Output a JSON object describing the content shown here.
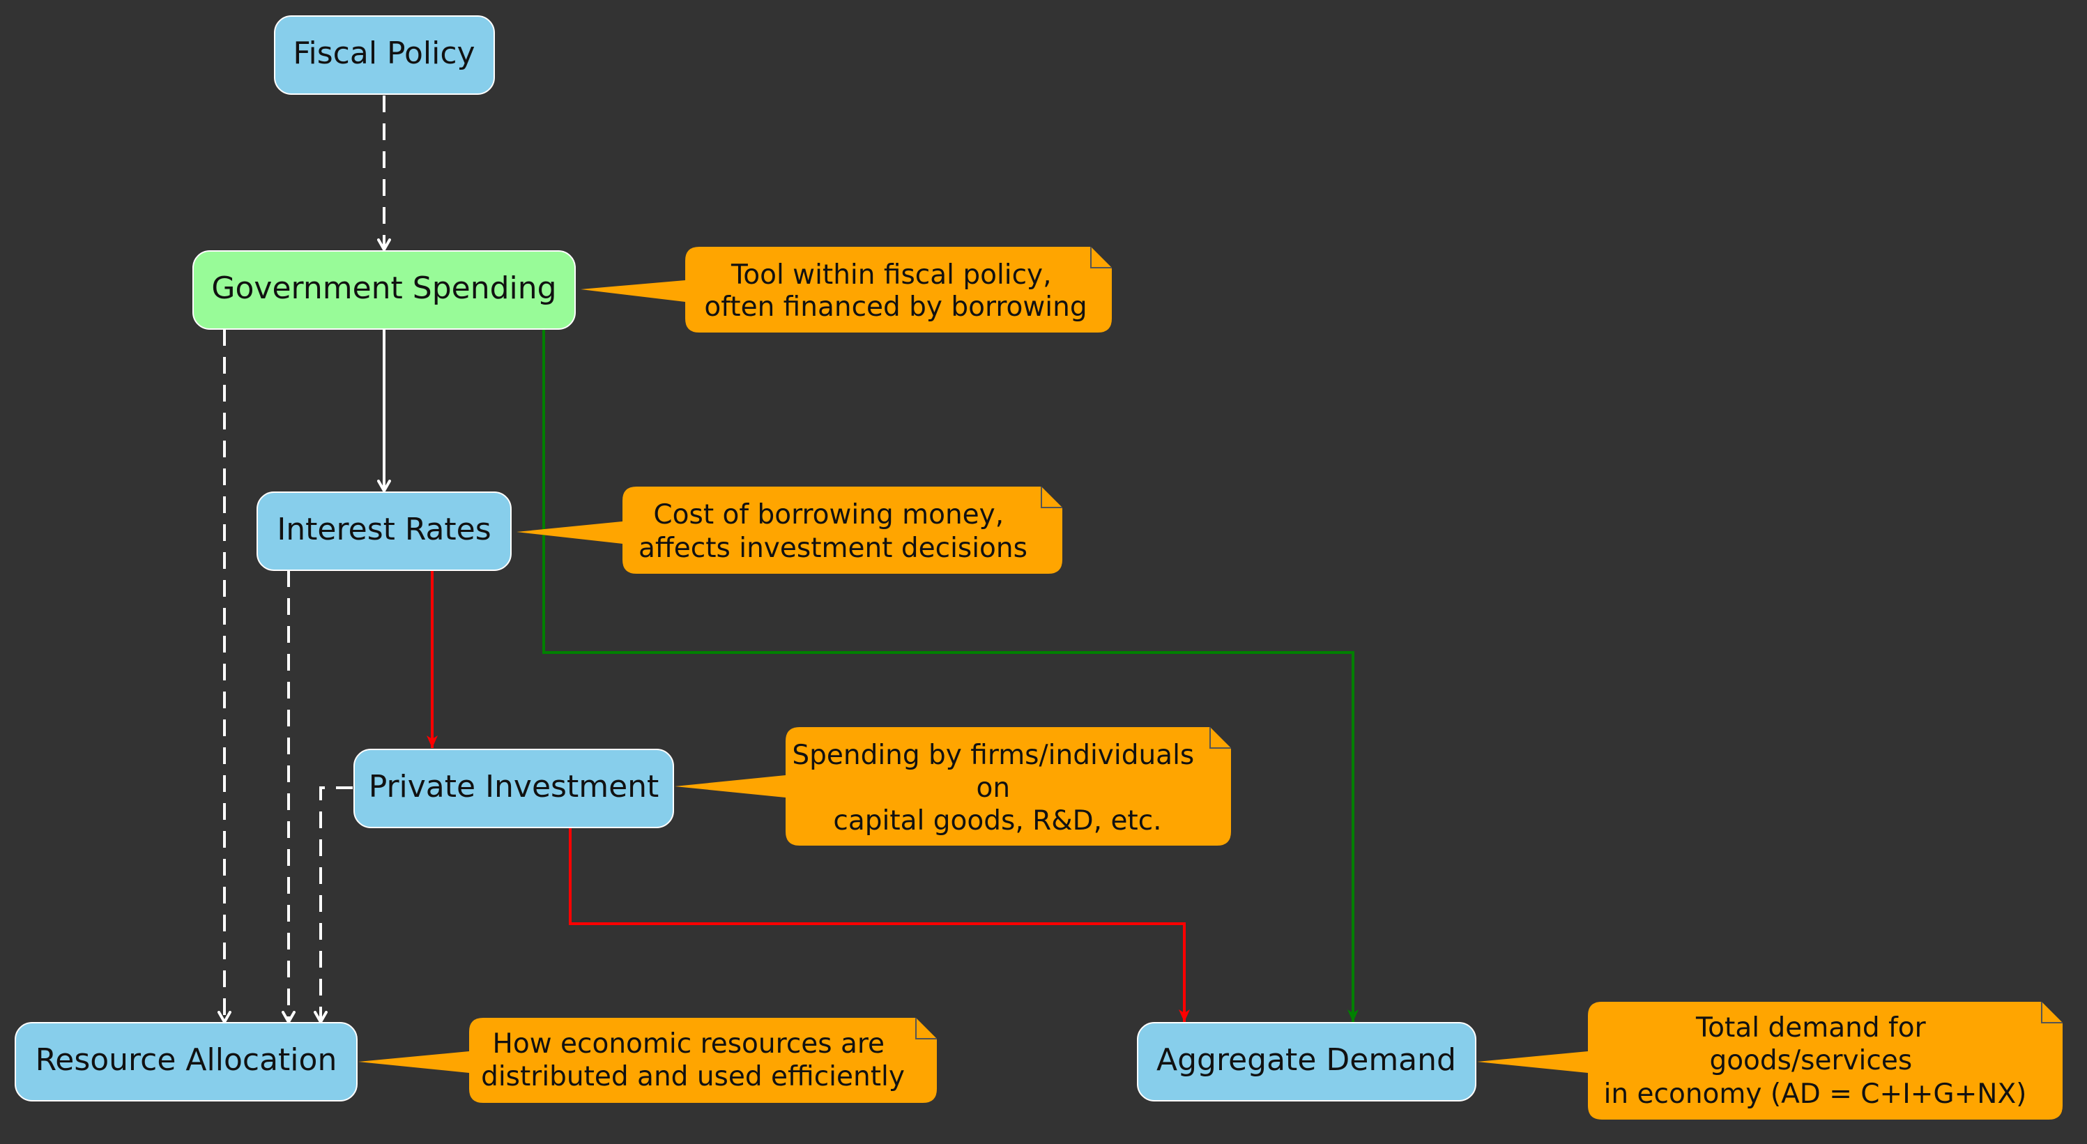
{
  "diagram": {
    "nodes": {
      "fiscal_policy": {
        "label": "Fiscal Policy",
        "fill": "#87CEEB"
      },
      "government_spending": {
        "label": "Government Spending",
        "fill": "#98FB98"
      },
      "interest_rates": {
        "label": "Interest Rates",
        "fill": "#87CEEB"
      },
      "private_investment": {
        "label": "Private Investment",
        "fill": "#87CEEB"
      },
      "resource_allocation": {
        "label": "Resource Allocation",
        "fill": "#87CEEB"
      },
      "aggregate_demand": {
        "label": "Aggregate Demand",
        "fill": "#87CEEB"
      }
    },
    "notes": {
      "government_spending": [
        "Tool within fiscal policy,",
        "often financed by borrowing"
      ],
      "interest_rates": [
        "Cost of borrowing money,",
        "affects investment decisions"
      ],
      "private_investment": [
        "Spending by firms/individuals",
        "on",
        "capital goods, R&D, etc."
      ],
      "resource_allocation": [
        "How economic resources are",
        "distributed and used efficiently"
      ],
      "aggregate_demand": [
        "Total demand for",
        "goods/services",
        "in economy (AD = C+I+G+NX)"
      ]
    },
    "colors": {
      "background": "#333333",
      "note_fill": "#FFA500",
      "white_edge": "#FFFFFF",
      "red_edge": "#FF0000",
      "green_edge": "#008000"
    }
  }
}
